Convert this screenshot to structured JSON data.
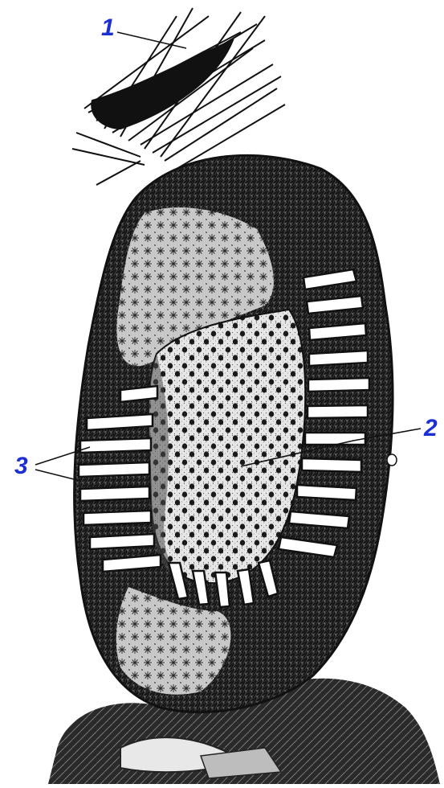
{
  "labels": {
    "one": "1",
    "two": "2",
    "three": "3"
  },
  "colors": {
    "label": "#1c2fd6",
    "ink": "#141414",
    "paper": "#ffffff",
    "mid_gray": "#6a6a6a"
  }
}
